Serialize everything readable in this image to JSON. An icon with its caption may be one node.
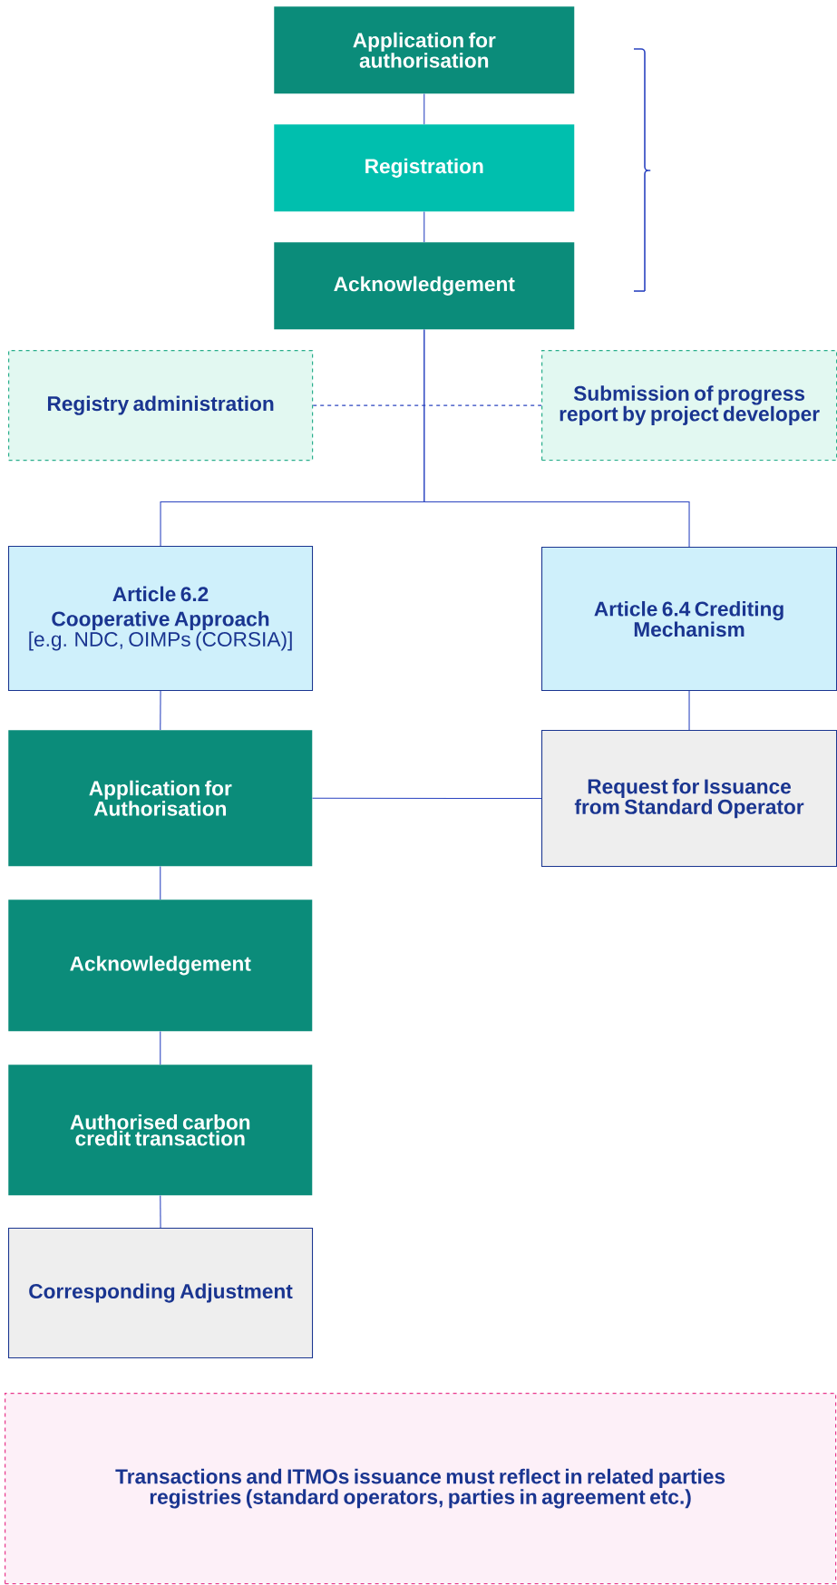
{
  "diagram": {
    "nodes": [
      {
        "text": [
          "Application for authorisation"
        ]
      },
      {
        "text": [
          "Registration"
        ]
      },
      {
        "text": [
          "Acknowledgement"
        ]
      },
      {
        "text": [
          "Registry administration"
        ]
      },
      {
        "text": [
          "Submission of progress report by project developer"
        ]
      },
      {
        "text": [
          "Article 6.2 Cooperative Approach",
          "[e.g. NDC, OIMPs (CORSIA)]"
        ]
      },
      {
        "text": [
          "Article 6.4 Crediting Mechanism"
        ]
      },
      {
        "text": [
          "Application for Authorisation"
        ]
      },
      {
        "text": [
          "Request for Issuance from Standard Operator"
        ]
      },
      {
        "text": [
          "Acknowledgement"
        ]
      },
      {
        "text": [
          "Authorised carbon credit transaction"
        ]
      },
      {
        "text": [
          "Corresponding Adjustment"
        ]
      },
      {
        "text": [
          "Transactions and ITMOs issuance must reflect in related parties registries (standard operators, parties in agreement etc.)"
        ]
      }
    ],
    "edges": [
      {
        "from": 0,
        "to": 1,
        "arrow": "none"
      },
      {
        "from": 1,
        "to": 2,
        "arrow": "none"
      },
      {
        "from": 3,
        "to": 4,
        "arrow": "none",
        "style": "dashed"
      },
      {
        "from": 2,
        "to": 5,
        "arrow": "none"
      },
      {
        "from": 2,
        "to": 6,
        "arrow": "none"
      },
      {
        "from": 5,
        "to": 7,
        "arrow": "none"
      },
      {
        "from": 6,
        "to": 8,
        "arrow": "none"
      },
      {
        "from": 7,
        "to": 8,
        "arrow": "none"
      },
      {
        "from": 7,
        "to": 9,
        "arrow": "none"
      },
      {
        "from": 9,
        "to": 10,
        "arrow": "none"
      },
      {
        "from": 10,
        "to": 11,
        "arrow": "none"
      }
    ]
  }
}
